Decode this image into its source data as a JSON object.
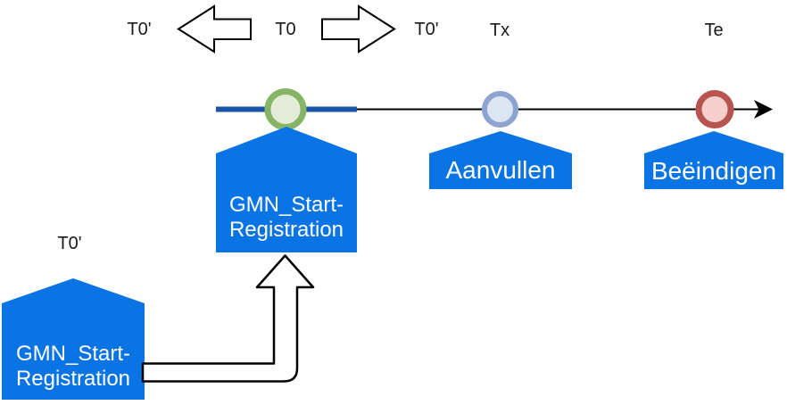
{
  "diagram": {
    "top_labels": {
      "t0_prime_left": "T0'",
      "t0": "T0",
      "t0_prime_right": "T0'",
      "tx": "Tx",
      "te": "Te"
    },
    "bottom_label_t0_prime": "T0'",
    "nodes": {
      "start_registration_main": {
        "line1": "GMN_Start-",
        "line2": "Registration"
      },
      "aanvullen": {
        "label": "Aanvullen"
      },
      "beeindigen": {
        "label": "Beëindigen"
      },
      "start_registration_origin": {
        "line1": "GMN_Start-",
        "line2": "Registration"
      }
    }
  },
  "colors": {
    "node_fill": "#0b74e4",
    "node_text": "#ffffff",
    "timeline_bold": "#1b55a8",
    "line": "#000000",
    "start_circle_stroke": "#87b567",
    "start_circle_fill": "#e2ecd9",
    "tx_circle_stroke": "#8da4d0",
    "tx_circle_fill": "#dce6f3",
    "te_circle_stroke": "#b85450",
    "te_circle_fill": "#f5cfcc"
  }
}
